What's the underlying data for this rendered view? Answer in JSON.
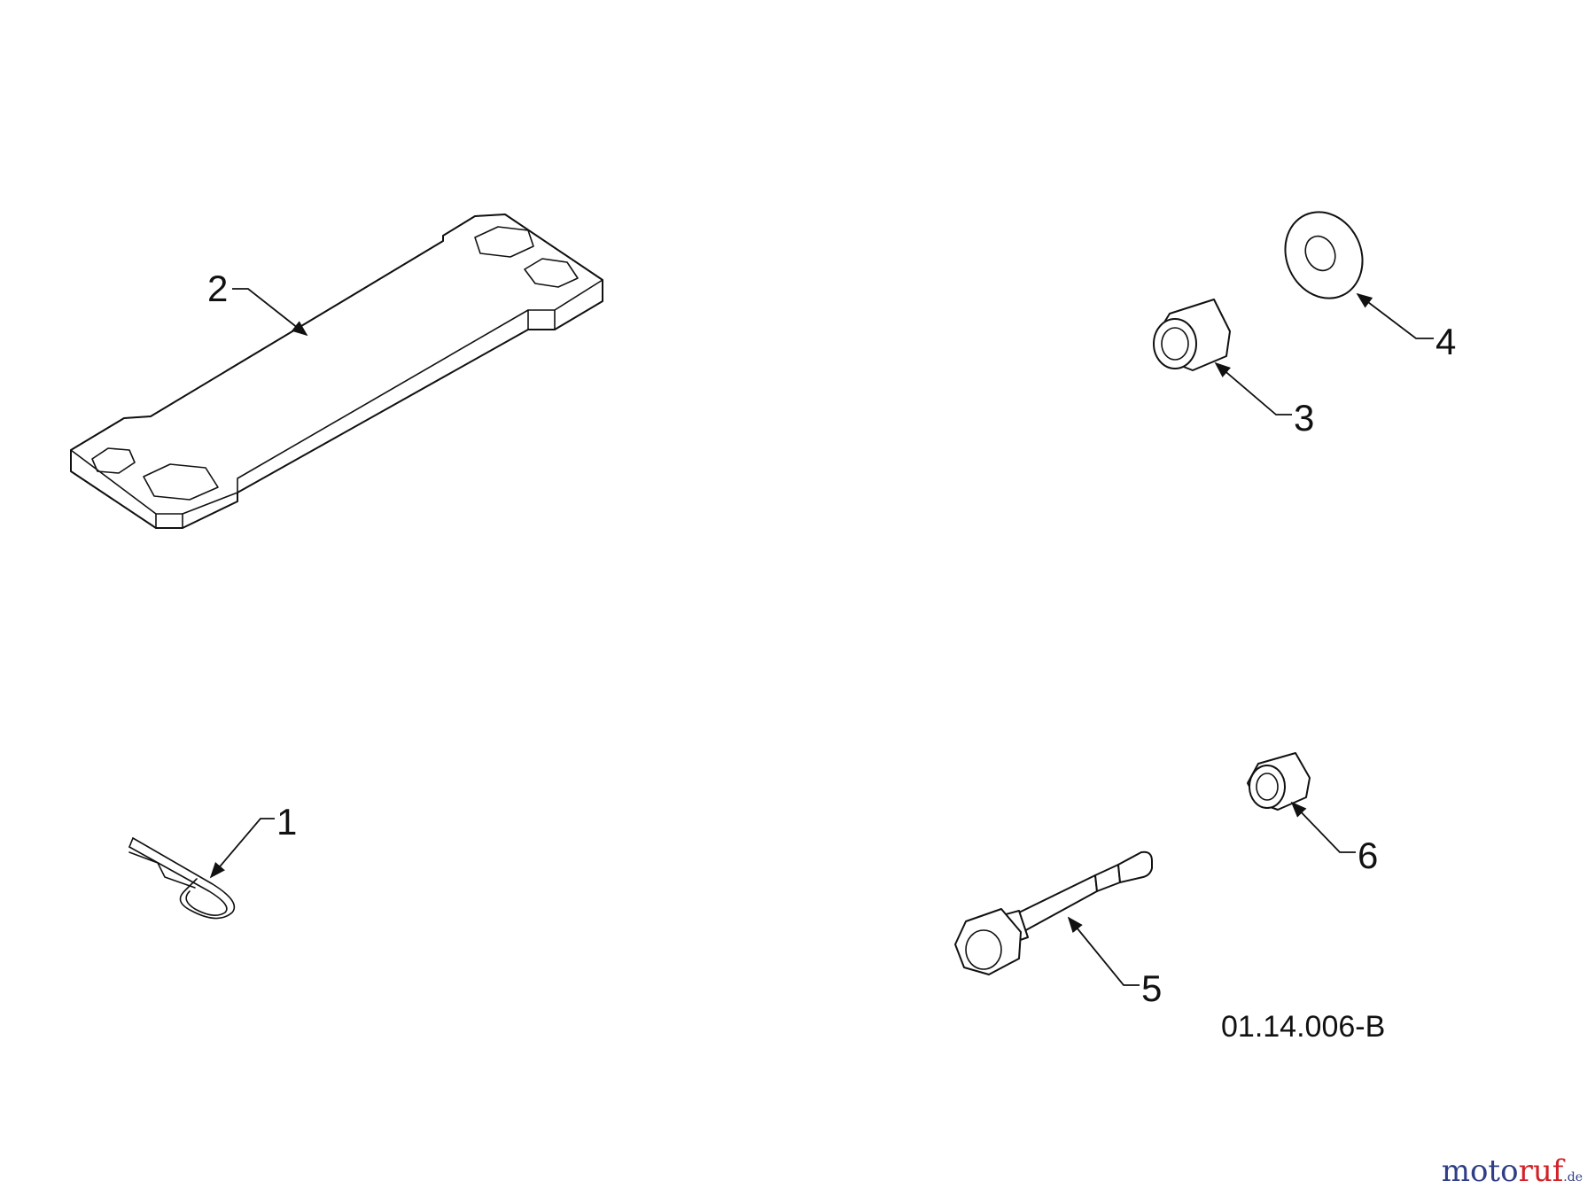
{
  "diagram": {
    "drawing_code": "01.14.006-B",
    "callouts": [
      {
        "id": "1",
        "label": "1"
      },
      {
        "id": "2",
        "label": "2"
      },
      {
        "id": "3",
        "label": "3"
      },
      {
        "id": "4",
        "label": "4"
      },
      {
        "id": "5",
        "label": "5"
      },
      {
        "id": "6",
        "label": "6"
      }
    ]
  },
  "watermark": {
    "part1": "moto",
    "part2": "ruf",
    "part3": ".de"
  },
  "colors": {
    "line": "#111111",
    "watermark_blue": "#2f3e86",
    "watermark_red": "#d1222a"
  }
}
